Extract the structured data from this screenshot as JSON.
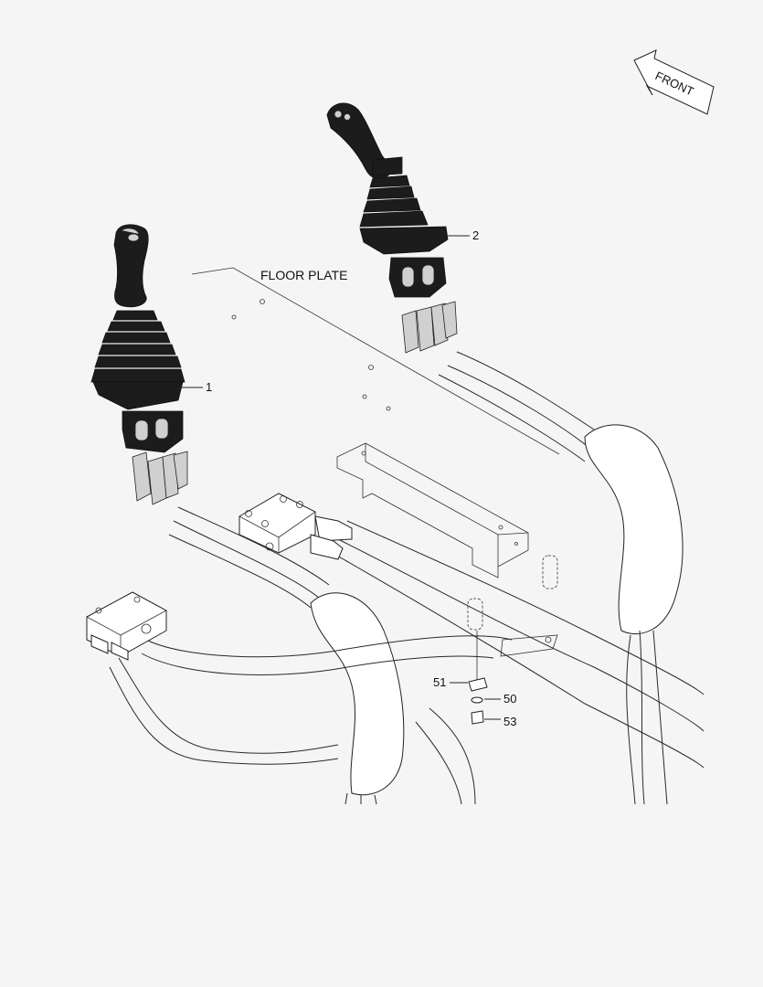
{
  "diagram": {
    "front_arrow_label": "FRONT",
    "floor_plate_label": "FLOOR PLATE",
    "callouts": {
      "c1": "1",
      "c2": "2",
      "c51": "51",
      "c50": "50",
      "c53": "53"
    }
  },
  "colors": {
    "background": "#f5f5f5",
    "line": "#222222",
    "fill_dark": "#1c1c1c"
  }
}
